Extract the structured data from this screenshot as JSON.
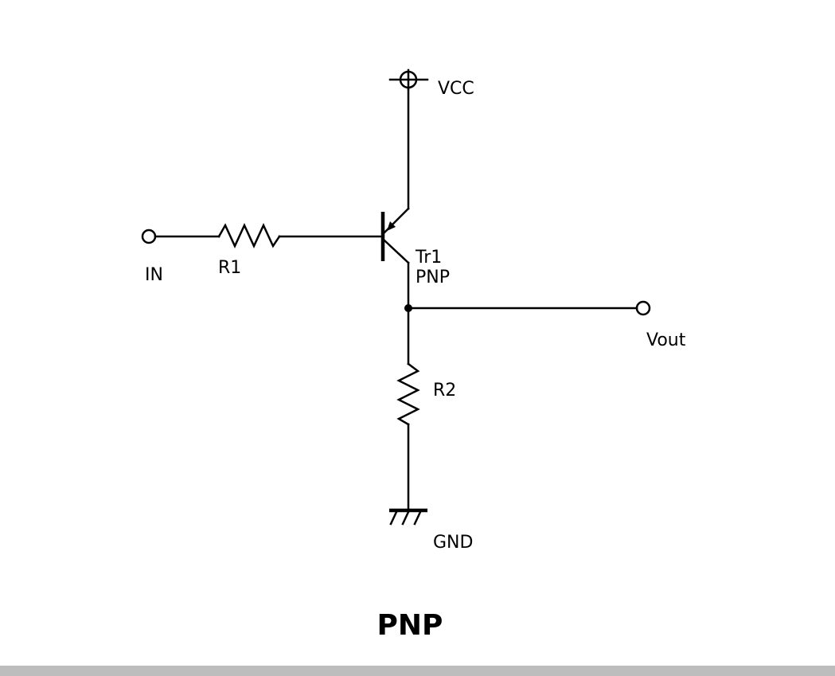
{
  "diagram": {
    "title": "PNP",
    "labels": {
      "vcc": "VCC",
      "input": "IN",
      "r1": "R1",
      "transistor_ref": "Tr1",
      "transistor_type": "PNP",
      "output": "Vout",
      "r2": "R2",
      "ground": "GND"
    }
  },
  "colors": {
    "line": "#000000",
    "background": "#ffffff",
    "bottom_bar": "#bdbdbd"
  }
}
